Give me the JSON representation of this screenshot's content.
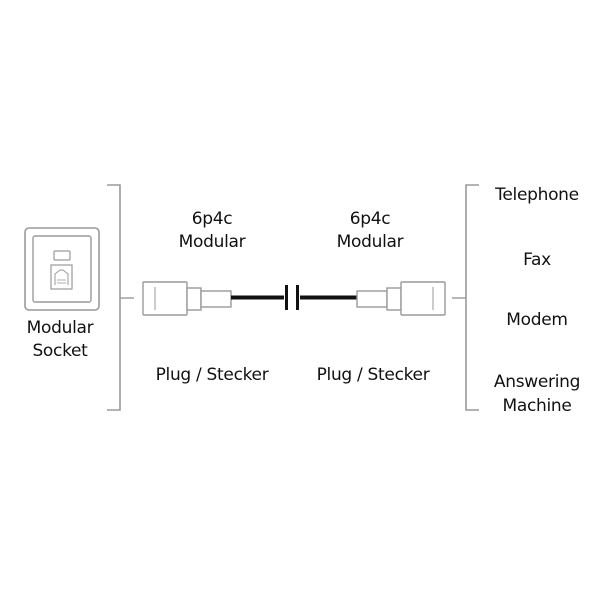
{
  "socket": {
    "label_line1": "Modular",
    "label_line2": "Socket"
  },
  "plug_left": {
    "type_line1": "6p4c",
    "type_line2": "Modular",
    "caption": "Plug / Stecker"
  },
  "plug_right": {
    "type_line1": "6p4c",
    "type_line2": "Modular",
    "caption": "Plug / Stecker"
  },
  "devices": [
    "Telephone",
    "Fax",
    "Modem",
    "Answering",
    "Machine"
  ],
  "colors": {
    "line": "#9a9a9a",
    "cable": "#111111",
    "text": "#111111"
  }
}
